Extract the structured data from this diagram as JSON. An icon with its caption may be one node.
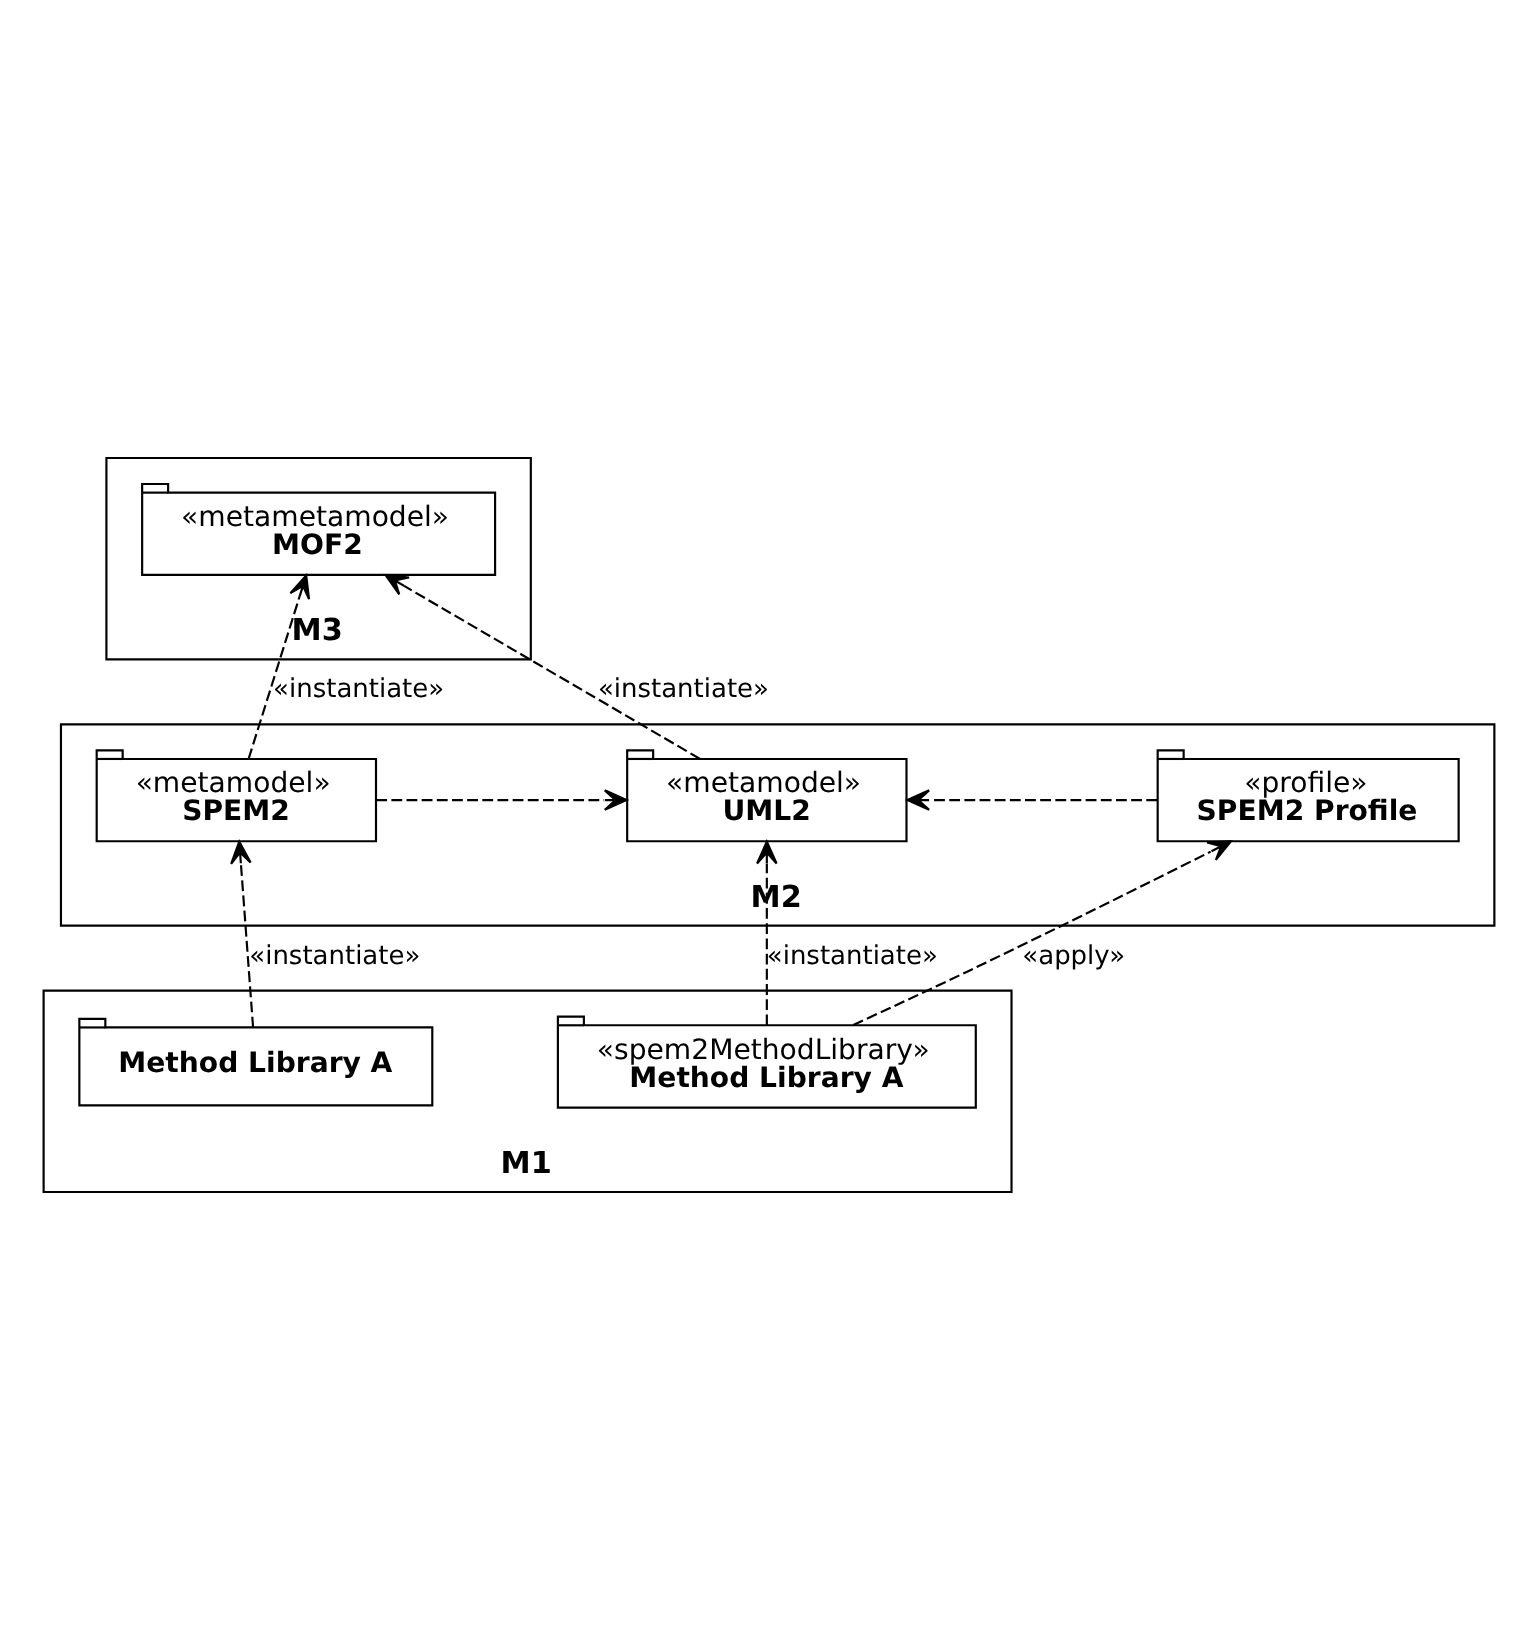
{
  "diagram": {
    "nodes": [
      {
        "text": [
          "M3"
        ]
      },
      {
        "text": [
          "«metametamodel»",
          "MOF2"
        ],
        "in": 0
      },
      {
        "text": [
          "M2"
        ]
      },
      {
        "text": [
          "«metamodel»",
          "SPEM2"
        ],
        "in": 2
      },
      {
        "text": [
          "«metamodel»",
          "UML2"
        ],
        "in": 2
      },
      {
        "text": [
          "«profile»",
          "SPEM2 Profile"
        ],
        "in": 2
      },
      {
        "text": [
          "M1"
        ]
      },
      {
        "text": [
          "Method Library A"
        ],
        "in": 6
      },
      {
        "text": [
          "«spem2MethodLibrary»",
          "Method Library A"
        ],
        "in": 6
      }
    ],
    "edges": [
      {
        "from": 3,
        "to": 1,
        "arrow": "to",
        "style": "dashed",
        "label": "«instantiate»"
      },
      {
        "from": 4,
        "to": 1,
        "arrow": "to",
        "style": "dashed",
        "label": "«instantiate»"
      },
      {
        "from": 3,
        "to": 4,
        "arrow": "to",
        "style": "dashed"
      },
      {
        "from": 5,
        "to": 4,
        "arrow": "to",
        "style": "dashed"
      },
      {
        "from": 7,
        "to": 3,
        "arrow": "to",
        "style": "dashed",
        "label": "«instantiate»"
      },
      {
        "from": 8,
        "to": 5,
        "arrow": "to",
        "style": "dashed",
        "label": "«apply»"
      },
      {
        "from": 8,
        "to": 4,
        "arrow": "to",
        "style": "dashed",
        "label": "«instantiate»"
      }
    ]
  }
}
